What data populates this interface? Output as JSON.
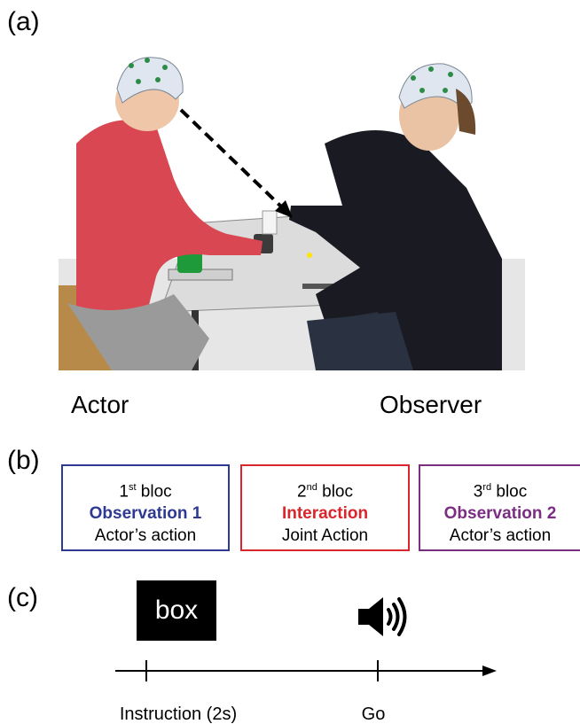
{
  "panel_labels": {
    "a": "(a)",
    "b": "(b)",
    "c": "(c)"
  },
  "roles": {
    "actor": "Actor",
    "observer": "Observer"
  },
  "blocs": [
    {
      "number": "1",
      "suffix": "st",
      "word": "bloc",
      "condition": "Observation 1",
      "task": "Actor’s action",
      "color": "#2e3a92"
    },
    {
      "number": "2",
      "suffix": "nd",
      "word": "bloc",
      "condition": "Interaction",
      "task": "Joint Action",
      "color": "#d9262c"
    },
    {
      "number": "3",
      "suffix": "rd",
      "word": "bloc",
      "condition": "Observation 2",
      "task": "Actor’s action",
      "color": "#7b2d82"
    }
  ],
  "timeline": {
    "instruction_word": "box",
    "events": [
      "Instruction (2s)",
      "Go"
    ]
  },
  "colors": {
    "background": "#ffffff",
    "instruction_box": "#000000",
    "axis": "#000000"
  }
}
